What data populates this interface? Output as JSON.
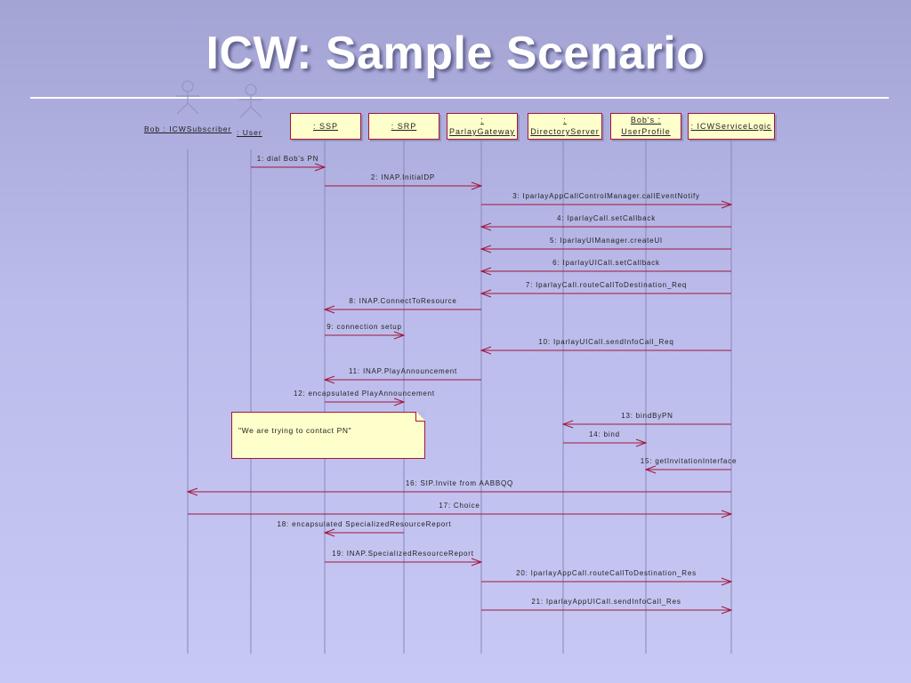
{
  "slide": {
    "title": "ICW: Sample Scenario"
  },
  "actors": [
    {
      "id": "bob",
      "label": "Bob : ICWSubscriber"
    },
    {
      "id": "user",
      "label": ": User"
    }
  ],
  "objects": [
    {
      "id": "ssp",
      "label": ": SSP"
    },
    {
      "id": "srp",
      "label": ": SRP"
    },
    {
      "id": "gw",
      "label": ": ParlayGateway"
    },
    {
      "id": "dir",
      "label": ": DirectoryServer"
    },
    {
      "id": "prof",
      "label": "Bob's : UserProfile"
    },
    {
      "id": "logic",
      "label": ": ICWServiceLogic"
    }
  ],
  "messages": [
    {
      "n": 1,
      "label": "1: dial Bob's PN",
      "from": "user",
      "to": "ssp"
    },
    {
      "n": 2,
      "label": "2: INAP.InitialDP",
      "from": "ssp",
      "to": "gw"
    },
    {
      "n": 3,
      "label": "3: IparlayAppCallControlManager.callEventNotify",
      "from": "gw",
      "to": "logic"
    },
    {
      "n": 4,
      "label": "4: IparlayCall.setCallback",
      "from": "logic",
      "to": "gw"
    },
    {
      "n": 5,
      "label": "5: IparlayUIManager.createUI",
      "from": "logic",
      "to": "gw"
    },
    {
      "n": 6,
      "label": "6: IparlayUICall.setCallback",
      "from": "logic",
      "to": "gw"
    },
    {
      "n": 7,
      "label": "7: IparlayCall.routeCallToDestination_Req",
      "from": "logic",
      "to": "gw"
    },
    {
      "n": 8,
      "label": "8: INAP.ConnectToResource",
      "from": "gw",
      "to": "ssp"
    },
    {
      "n": 9,
      "label": "9: connection setup",
      "from": "ssp",
      "to": "srp"
    },
    {
      "n": 10,
      "label": "10: IparlayUICall.sendInfoCall_Req",
      "from": "logic",
      "to": "gw"
    },
    {
      "n": 11,
      "label": "11: INAP.PlayAnnouncement",
      "from": "gw",
      "to": "ssp"
    },
    {
      "n": 12,
      "label": "12: encapsulated PlayAnnouncement",
      "from": "ssp",
      "to": "srp"
    },
    {
      "n": 13,
      "label": "13: bindByPN",
      "from": "logic",
      "to": "dir"
    },
    {
      "n": 14,
      "label": "14: bind",
      "from": "dir",
      "to": "prof"
    },
    {
      "n": 15,
      "label": "15: getInvitationInterface",
      "from": "logic",
      "to": "prof"
    },
    {
      "n": 16,
      "label": "16: SIP.Invite from AABBQQ",
      "from": "logic",
      "to": "bob"
    },
    {
      "n": 17,
      "label": "17: Choice",
      "from": "bob",
      "to": "logic"
    },
    {
      "n": 18,
      "label": "18: encapsulated SpecializedResourceReport",
      "from": "srp",
      "to": "ssp"
    },
    {
      "n": 19,
      "label": "19: INAP.SpecializedResourceReport",
      "from": "ssp",
      "to": "gw"
    },
    {
      "n": 20,
      "label": "20: IparlayAppCall.routeCallToDestination_Res",
      "from": "gw",
      "to": "logic"
    },
    {
      "n": 21,
      "label": "21: IparlayAppUICall.sendInfoCall_Res",
      "from": "gw",
      "to": "logic"
    }
  ],
  "note": {
    "text": "\"We are trying to contact PN\""
  },
  "colors": {
    "line": "#a0163c",
    "lifeline": "#8888bb",
    "box_fill": "#ffffcc",
    "actor": "#9090c0"
  }
}
